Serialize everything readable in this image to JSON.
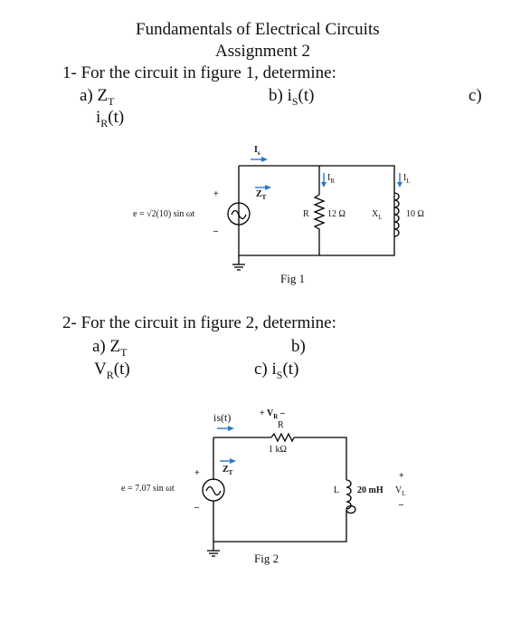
{
  "header": {
    "title": "Fundamentals of Electrical Circuits",
    "subtitle": "Assignment 2"
  },
  "q1": {
    "prompt": "1- For the circuit in figure 1, determine:",
    "a": "a) Z",
    "a_sub": "T",
    "b": "b) i",
    "b_sub": "S",
    "b_tail": "(t)",
    "c": "c)",
    "d": "i",
    "d_sub": "R",
    "d_tail": "(t)"
  },
  "fig1": {
    "source_label": "e = √2(10) sin ωt",
    "plus": "+",
    "minus": "–",
    "is_label": "I",
    "is_sub": "s",
    "zt_label": "Z",
    "zt_sub": "T",
    "ir_label": "I",
    "ir_sub": "R",
    "il_label": "I",
    "il_sub": "L",
    "r_label": "R",
    "r_value": "12 Ω",
    "xl_label": "X",
    "xl_sub": "L",
    "xl_value": "10 Ω",
    "caption": "Fig 1"
  },
  "q2": {
    "prompt": "2- For the circuit in figure 2, determine:",
    "a": "a) Z",
    "a_sub": "T",
    "b": "b)",
    "c": "V",
    "c_sub": "R",
    "c_tail": "(t)",
    "d": "c) i",
    "d_sub": "S",
    "d_tail": "(t)"
  },
  "fig2": {
    "is_label": "is(t)",
    "vr_label": "+ V",
    "vr_sub": "R",
    "vr_minus": " –",
    "r_label": "R",
    "r_value": "1 kΩ",
    "zt_label": "Z",
    "zt_sub": "T",
    "source_label": "e = 7.07 sin ωt",
    "plus": "+",
    "minus": "–",
    "l_label": "L",
    "l_value": "20 mH",
    "vl_plus": "+",
    "vl_label": "V",
    "vl_sub": "L",
    "vl_minus": "–",
    "caption": "Fig 2"
  }
}
